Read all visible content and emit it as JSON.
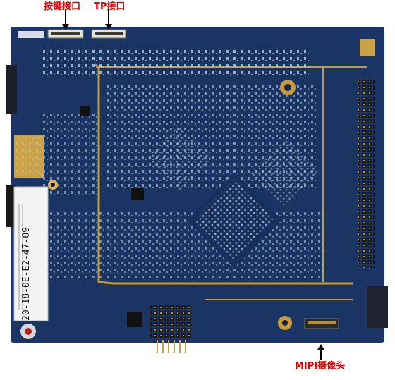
{
  "callouts": {
    "button_interface": "按键接口",
    "tp_interface": "TP接口",
    "mipi_camera": "MIPI摄像头"
  },
  "sticker": {
    "serial": "20-18-0E-E2-47-09"
  },
  "colors": {
    "board": "#1b3566",
    "board_dark": "#0f2246",
    "trace_gold": "#c79a3a",
    "silkscreen": "#e8eef7",
    "annotation_red": "#e00000",
    "arrow_black": "#000000"
  }
}
